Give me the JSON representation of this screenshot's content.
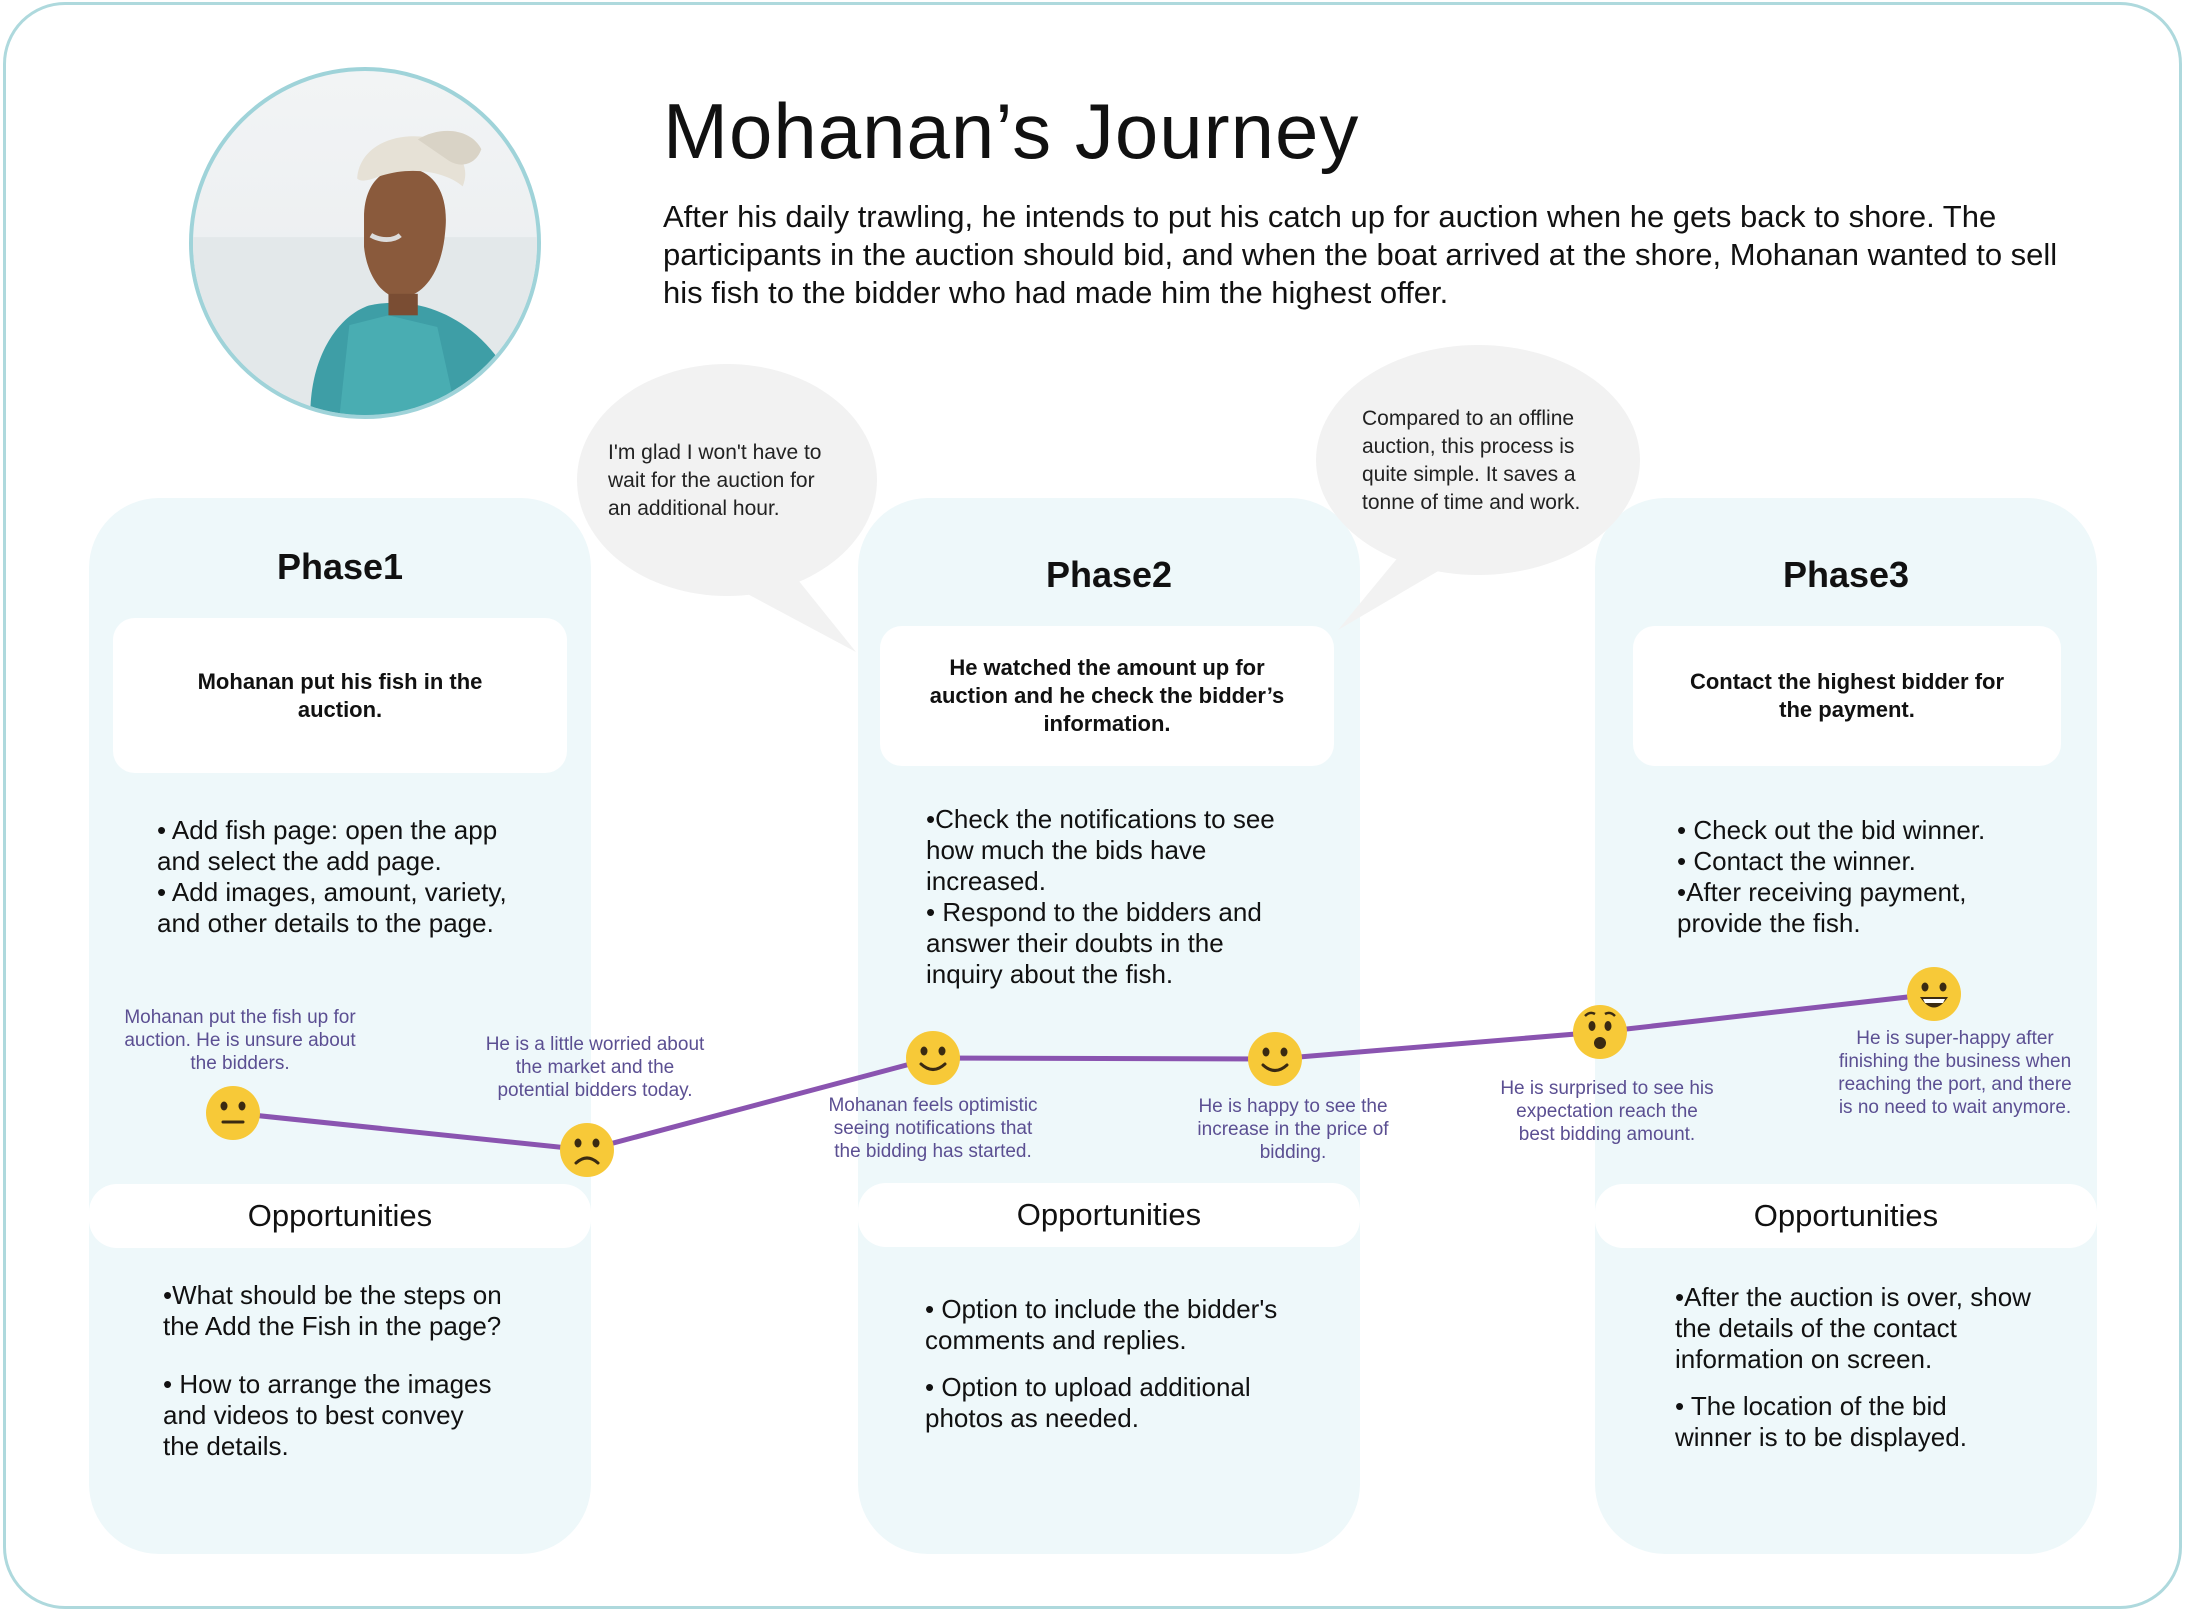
{
  "header": {
    "title": "Mohanan’s Journey",
    "intro": "After his daily trawling, he intends to put his catch up for auction when he gets back to shore. The participants in the auction should bid, and when the boat arrived at the shore, Mohanan wanted to sell his fish to the bidder who had made him the highest offer."
  },
  "bubbles": [
    "I'm glad I won't have to\nwait for the auction for\nan additional hour.",
    "Compared to an offline\nauction, this process is\nquite simple. It saves a\ntonne of time and work."
  ],
  "phases": [
    {
      "title": "Phase1",
      "task": "Mohanan put his fish in the auction.",
      "steps": "• Add fish page: open the app\nand select the add page.\n• Add images, amount, variety,\nand other details to the page.",
      "opp_title": "Opportunities",
      "opps": [
        "•What should be the steps on\nthe Add the Fish in the page?",
        "• How to arrange the images\nand videos to best convey\nthe details."
      ]
    },
    {
      "title": "Phase2",
      "task": "He watched the amount up for auction and he check the bidder’s information.",
      "steps": "•Check the notifications to see\nhow much the bids have\nincreased.\n• Respond to the bidders and\nanswer their doubts in the\ninquiry about the fish.",
      "opp_title": "Opportunities",
      "opps": [
        "• Option to include the bidder's\ncomments and replies.",
        "• Option to upload additional\nphotos as needed."
      ]
    },
    {
      "title": "Phase3",
      "task": "Contact the highest bidder for the payment.",
      "steps": "• Check out the bid winner.\n• Contact the winner.\n•After receiving payment,\nprovide the fish.",
      "opp_title": "Opportunities",
      "opps": [
        "•After the auction is over, show\nthe details of the contact\ninformation on screen.",
        "• The location of the bid\nwinner is to be displayed."
      ]
    }
  ],
  "chart_data": {
    "type": "line",
    "line_color": "#8a54b0",
    "face_color": "#f7c938",
    "points": [
      {
        "emotion": "neutral",
        "label": "Mohanan put the fish up for\nauction. He is unsure about\nthe bidders."
      },
      {
        "emotion": "sad",
        "label": "He is a little worried about\nthe market and the\npotential bidders today."
      },
      {
        "emotion": "happy",
        "label": "Mohanan feels optimistic\nseeing notifications that\nthe bidding has started."
      },
      {
        "emotion": "happy",
        "label": "He is happy to see the\nincrease in the price of\nbidding."
      },
      {
        "emotion": "surprised",
        "label": "He is surprised to see his\nexpectation reach the\nbest bidding amount."
      },
      {
        "emotion": "very-happy",
        "label": "He is super-happy after\nfinishing the business when\nreaching the port, and there\nis no need to wait anymore."
      }
    ]
  }
}
